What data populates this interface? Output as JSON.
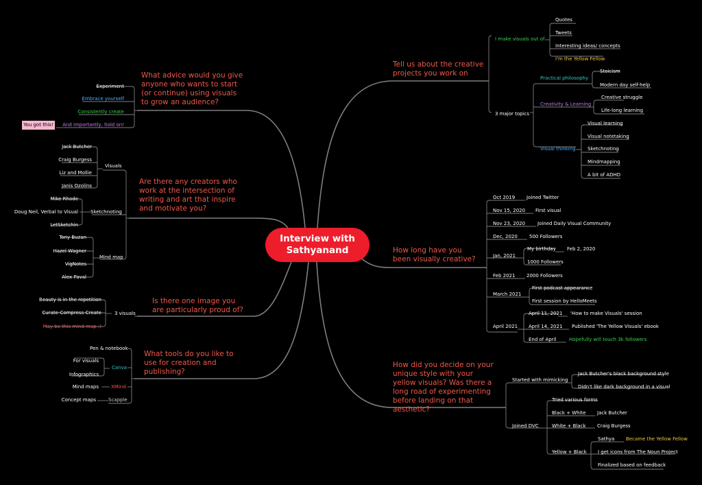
{
  "central": {
    "title": "Interview with\nSathyanand"
  },
  "colors": {
    "question": "#f0584a",
    "green": "#3fd24f",
    "teal": "#35c7c0",
    "purple": "#c77bf0",
    "blue": "#4fb1ff",
    "yellow": "#f5c342",
    "central": "#ee1d2b",
    "pink": "#f7b6cf"
  },
  "q_creative": {
    "question": "Tell us about the creative projects you work on",
    "visuals_of": "I make visuals out of",
    "visuals_items": [
      "Quotes",
      "Tweets",
      "Interesting ideas/ concepts",
      "I'm the Yellow Fellow"
    ],
    "topics": "3 major topics",
    "practical": "Practical philosophy",
    "practical_items": [
      "Stoicism",
      "Modern day self-help"
    ],
    "creativity": "Creativity & Learning",
    "creativity_items": [
      "Creative struggle",
      "Life-long learning"
    ],
    "visual_thinking": "Visual thinking",
    "visual_items": [
      "Visual learning",
      "Visual notetaking",
      "Sketchnoting",
      "Mindmapping",
      "A bit of ADHD"
    ]
  },
  "q_how_long": {
    "question": "How long have you been visually creative?",
    "timeline": [
      {
        "date": "Oct 2019",
        "event": "Joined Twitter"
      },
      {
        "date": "Nov 15, 2020",
        "event": "First visual"
      },
      {
        "date": "Nov 23, 2020",
        "event": "Joined Daily Visual Community"
      },
      {
        "date": "Dec, 2020",
        "event": "500 Followers"
      },
      {
        "date": "Jan, 2021",
        "event": "My birthday",
        "extra": "Feb 2, 2020",
        "event2": "1000 Followers"
      },
      {
        "date": "Feb 2021",
        "event": "2000 Followers"
      },
      {
        "date": "March 2021",
        "event": "First podcast appearance",
        "event2": "First session by HelloMeets"
      },
      {
        "date": "April 2021",
        "sub": [
          {
            "date": "April 11, 2021",
            "event": "'How to make Visuals' session"
          },
          {
            "date": "April 14, 2021",
            "event": "Published 'The Yellow Visuals' ebook"
          },
          {
            "date": "End of April",
            "event": "Hopefully will touch 3k followers"
          }
        ]
      }
    ]
  },
  "q_style": {
    "question": "How did you decide on your unique style with your yellow visuals? Was there a long road of experimenting before landing on that aesthetic?",
    "mimicking": "Started with mimicking",
    "mimicking_items": [
      "Jack Butcher's black background style",
      "Didn't like dark background in a visual"
    ],
    "dvc": "Joined DVC",
    "tried": "Tried various forms",
    "bw": "Black + White",
    "bw_item": "Jack Butcher",
    "wb": "White + Black",
    "wb_item": "Craig Burgess",
    "yb": "Yellow + Black",
    "sathya": "Sathya",
    "sathya_item": "Became the Yellow Fellow",
    "yb_items": [
      "I get icons from The Noun Project",
      "Finalized based on feedback"
    ]
  },
  "q_advice": {
    "question": "What advice would you give anyone who wants to start (or continue) using visuals to grow an audience?",
    "items": [
      "Experiment",
      "Embrace yourself",
      "Consistently create",
      "And importantly, hold on!"
    ],
    "badge": "You got this!"
  },
  "q_creators": {
    "question": "Are there any creators who work at the intersection of writing and art that inspire and motivate you?",
    "visuals": "Visuals",
    "visuals_items": [
      "Jack Butcher",
      "Craig Burgess",
      "Liz and Mollie",
      "Janis Ozolins"
    ],
    "sketchnoting": "Sketchnoting",
    "sketch_items": [
      "Mike Rhode",
      "Doug Neil, Verbal to Visual",
      "LetSketchin"
    ],
    "mindmap": "Mind map",
    "mindmap_items": [
      "Tony Buzan",
      "Hazel Wagner",
      "VigNotes",
      "Alex Paval"
    ]
  },
  "q_proud": {
    "question": "Is there one image you are particularly proud of?",
    "label": "3 visuals",
    "items": [
      "Beauty is in the repetition",
      "Curate-Compress-Create",
      "May be this mind map :)"
    ]
  },
  "q_tools": {
    "question": "What tools do you like to use for creation and publishing?",
    "pen": "Pen & notebook",
    "canva": "Canva",
    "canva_items": [
      "For visuals",
      "Infographics"
    ],
    "xmind": "XMind",
    "xmind_item": "Mind maps",
    "scapple": "Scapple",
    "scapple_item": "Concept maps"
  }
}
